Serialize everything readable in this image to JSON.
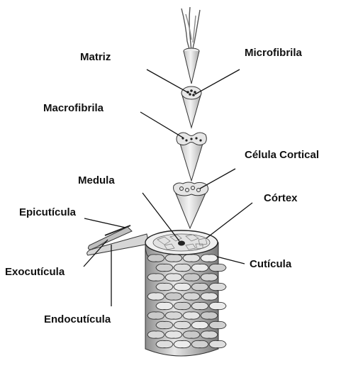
{
  "labels": {
    "matriz": "Matriz",
    "microfibrila": "Microfibrila",
    "macrofibrila": "Macrofibrila",
    "celula_cortical": "Célula Cortical",
    "medula": "Medula",
    "cortex": "Córtex",
    "epicuticula": "Epicutícula",
    "exocuticula": "Exocutícula",
    "cuticula": "Cutícula",
    "endocuticula": "Endocutícula"
  },
  "colors": {
    "line": "#111111",
    "fill": "#f2f2f2",
    "shade": "#9a9a9a"
  }
}
